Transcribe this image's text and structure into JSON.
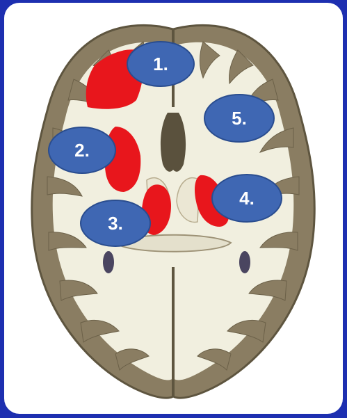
{
  "colors": {
    "background": "#1d2fb0",
    "panel": "#ffffff",
    "cortex": "#8a7d62",
    "white_matter": "#f1efdf",
    "highlight": "#e8161c",
    "marker_fill": "#3f67b3",
    "marker_stroke": "#2a4d8f",
    "marker_text": "#ffffff"
  },
  "markers": [
    {
      "id": 1,
      "label": "1."
    },
    {
      "id": 2,
      "label": "2."
    },
    {
      "id": 3,
      "label": "3."
    },
    {
      "id": 4,
      "label": "4."
    },
    {
      "id": 5,
      "label": "5."
    }
  ]
}
